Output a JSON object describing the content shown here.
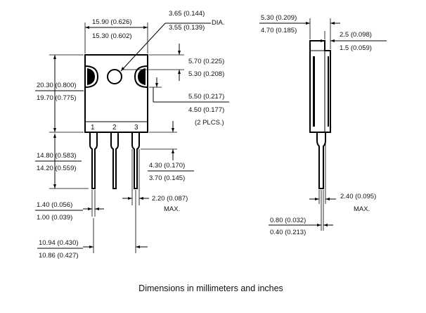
{
  "front_view": {
    "width_max": "15.90 (0.626)",
    "width_min": "15.30 (0.602)",
    "hole_dia_max": "3.65 (0.144)",
    "hole_dia_min": "3.55 (0.139)",
    "hole_dia_suffix": "DIA.",
    "body_height_max": "20.30 (0.800)",
    "body_height_min": "19.70 (0.775)",
    "hole_pos_max": "5.70 (0.225)",
    "hole_pos_min": "5.30 (0.208)",
    "notch_max": "5.50 (0.217)",
    "notch_min": "4.50 (0.177)",
    "notch_note": "(2 PLCS.)",
    "lead_length_max": "14.80 (0.583)",
    "lead_length_min": "14.20 (0.559)",
    "lead_shoulder_max": "4.30 (0.170)",
    "lead_shoulder_min": "3.70 (0.145)",
    "lead_width_wide_max": "2.20 (0.087)",
    "lead_width_wide_label": "MAX.",
    "lead_width_max": "1.40 (0.056)",
    "lead_width_min": "1.00 (0.039)",
    "lead_span_max": "10.94 (0.430)",
    "lead_span_min": "10.86 (0.427)",
    "pins": [
      "1",
      "2",
      "3"
    ]
  },
  "side_view": {
    "thickness_max": "5.30 (0.209)",
    "thickness_min": "4.70 (0.185)",
    "tab_max": "2.5 (0.098)",
    "tab_min": "1.5 (0.059)",
    "lead_thickness_max": "2.40 (0.095)",
    "lead_thickness_label": "MAX.",
    "lead_gauge_max": "0.80 (0.032)",
    "lead_gauge_min": "0.40 (0.213)"
  },
  "caption": "Dimensions in millimeters and inches"
}
